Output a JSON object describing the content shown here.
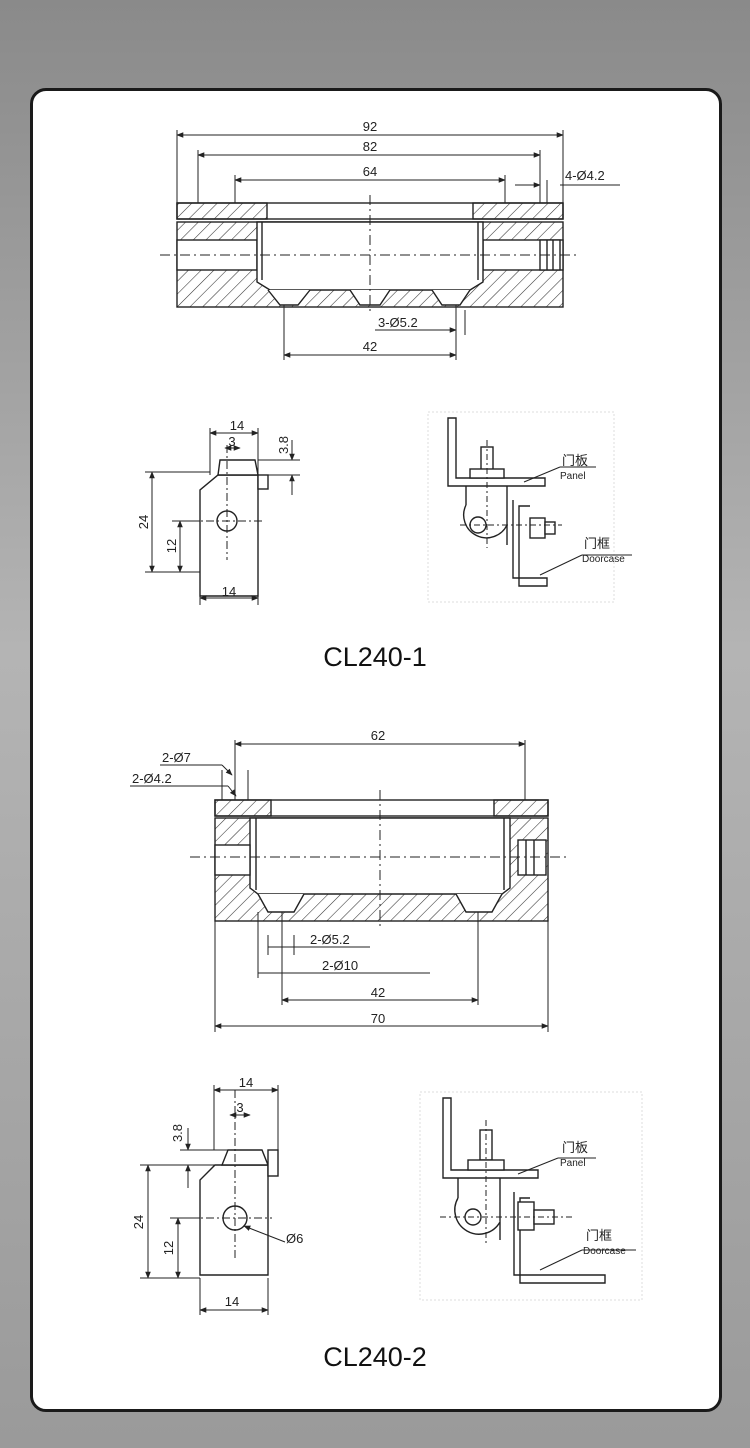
{
  "drawing1": {
    "model": "CL240-1",
    "top_view": {
      "dims": [
        "92",
        "82",
        "64",
        "4-Ø4.2",
        "3-Ø5.2",
        "42"
      ]
    },
    "side_view": {
      "dims": [
        "14",
        "3",
        "3.8",
        "24",
        "12",
        "14"
      ]
    },
    "install": {
      "panel_cn": "门板",
      "panel_en": "Panel",
      "frame_cn": "门框",
      "frame_en": "Doorcase"
    }
  },
  "drawing2": {
    "model": "CL240-2",
    "top_view": {
      "dims": [
        "62",
        "2-Ø7",
        "2-Ø4.2",
        "2-Ø5.2",
        "2-Ø10",
        "42",
        "70"
      ]
    },
    "side_view": {
      "dims": [
        "14",
        "3",
        "3.8",
        "24",
        "12",
        "Ø6",
        "14"
      ]
    },
    "install": {
      "panel_cn": "门板",
      "panel_en": "Panel",
      "frame_cn": "门框",
      "frame_en": "Doorcase"
    }
  }
}
